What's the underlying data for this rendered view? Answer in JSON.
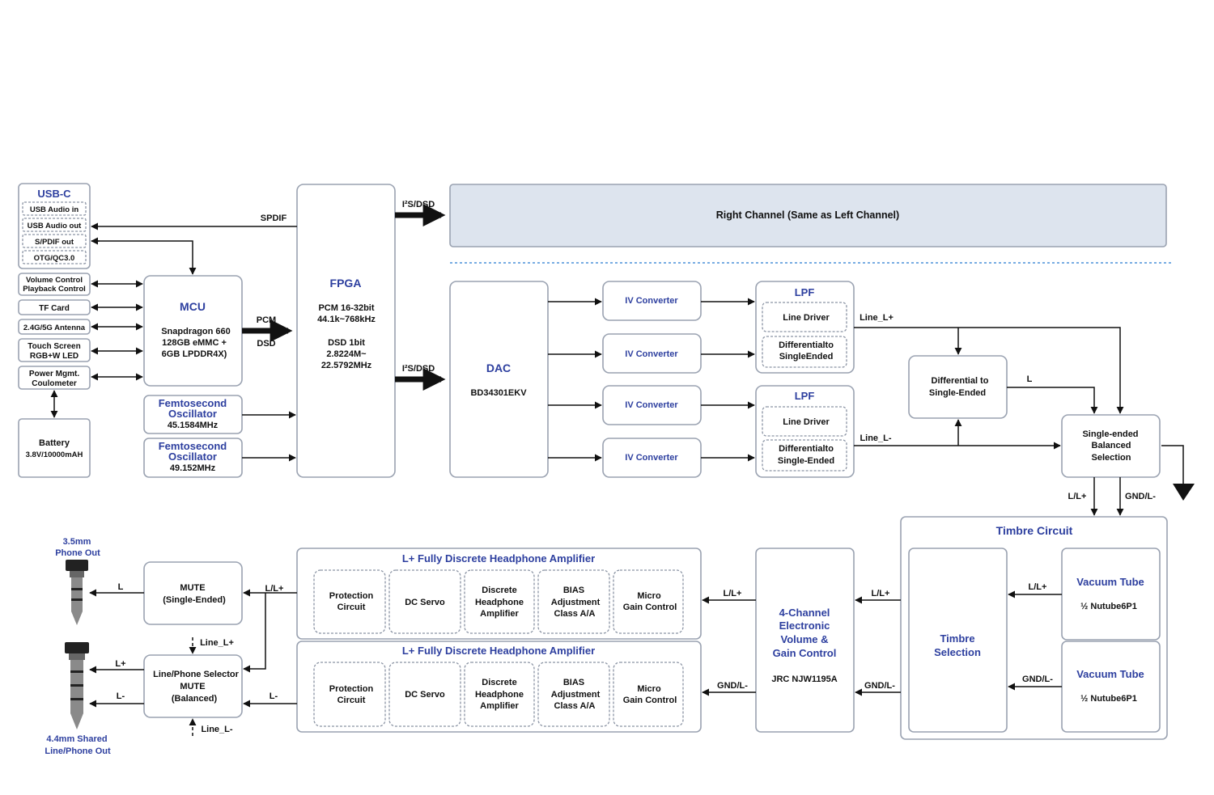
{
  "usb": {
    "title": "USB-C",
    "items": [
      "USB  Audio in",
      "USB  Audio out",
      "S/PDIF out",
      "OTG/QC3.0"
    ]
  },
  "left_blocks": {
    "volume": [
      "Volume Control",
      "Playback Control"
    ],
    "tf": "TF Card",
    "antenna": "2.4G/5G Antenna",
    "touch": [
      "Touch Screen",
      "RGB+W LED"
    ],
    "power": [
      "Power Mgmt.",
      "Coulometer"
    ],
    "battery": [
      "Battery",
      "3.8V/10000mAH"
    ]
  },
  "mcu": {
    "title": "MCU",
    "lines": [
      "Snapdragon 660",
      "128GB eMMC +",
      "6GB LPDDR4X)"
    ]
  },
  "osc1": {
    "title": [
      "Femtosecond",
      "Oscillator"
    ],
    "freq": "45.1584MHz"
  },
  "osc2": {
    "title": [
      "Femtosecond",
      "Oscillator"
    ],
    "freq": "49.152MHz"
  },
  "fpga": {
    "title": "FPGA",
    "lines": [
      "PCM 16-32bit",
      "44.1k~768kHz",
      "",
      "DSD 1bit",
      "2.8224M~",
      "22.5792MHz"
    ]
  },
  "signals": {
    "spdif": "SPDIF",
    "pcm": "PCM",
    "dsd": "DSD",
    "i2s_top": "I²S/DSD",
    "i2s_mid": "I²S/DSD",
    "line_lp": "Line_L+",
    "line_lm": "Line_L-",
    "l": "L",
    "llp_down": "L/L+",
    "gndl_down": "GND/L-",
    "llp_tube": "L/L+",
    "gndl_tube": "GND/L-",
    "llp_vol": "L/L+",
    "gndl_vol": "GND/L-",
    "llp_amp": "L/L+",
    "gndl_amp": "GND/L-",
    "llp_mute": "L/L+",
    "lm_sel": "L-",
    "l_out": "L",
    "lp_out": "L+",
    "lm_out": "L-",
    "line_lp_sel": "Line_L+",
    "line_lm_sel": "Line_L-"
  },
  "right_channel": "Right Channel (Same as Left Channel)",
  "dac": {
    "title": "DAC",
    "chip": "BD34301EKV"
  },
  "iv_converter": "IV Converter",
  "lpf": {
    "title": "LPF",
    "line_driver": "Line Driver",
    "diff": [
      "Differentialto",
      "SingleEnded"
    ],
    "diff2": [
      "Differentialto",
      "Single-Ended"
    ]
  },
  "diff_to_se": [
    "Differential to",
    "Single-Ended"
  ],
  "se_bal": [
    "Single-ended",
    "Balanced",
    "Selection"
  ],
  "timbre": {
    "title": "Timbre Circuit",
    "selection": [
      "Timbre",
      "Selection"
    ],
    "tube_title": "Vacuum Tube",
    "tube_model": "½ Nutube6P1"
  },
  "volume_ctrl": {
    "title": [
      "4-Channel",
      "Electronic",
      "Volume &",
      "Gain Control"
    ],
    "chip": "JRC NJW1195A"
  },
  "amp": {
    "title": "L+ Fully Discrete Headphone Amplifier",
    "protection": [
      "Protection",
      "Circuit"
    ],
    "dc_servo": "DC Servo",
    "discrete": [
      "Discrete",
      "Headphone",
      "Amplifier"
    ],
    "bias": [
      "BIAS",
      "Adjustment",
      "Class A/A"
    ],
    "micro": [
      "Micro",
      "Gain Control"
    ]
  },
  "mute_se": [
    "MUTE",
    "(Single-Ended)"
  ],
  "selector": [
    "Line/Phone Selector",
    "MUTE",
    "(Balanced)"
  ],
  "jack35": [
    "3.5mm",
    "Phone Out"
  ],
  "jack44": [
    "4.4mm Shared",
    "Line/Phone Out"
  ],
  "colors": {
    "accent": "#2d3f9f",
    "panel": "#dde4ee",
    "stroke": "#9aa2b1",
    "divider": "#4a90d9"
  }
}
